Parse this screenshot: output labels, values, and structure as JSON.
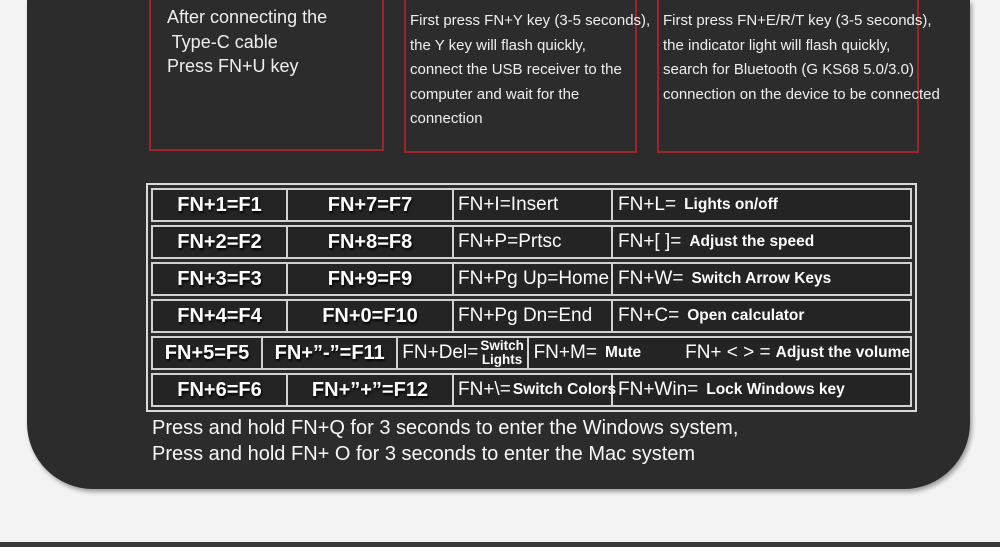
{
  "colors": {
    "panel_bg": "#2c2c2c",
    "cell_bg": "#242424",
    "accent_red_border": "#9e2629",
    "table_border": "#d2d2d2",
    "page_bg": "#f3f3f3",
    "text": "#f7f7f7"
  },
  "connection_boxes": [
    {
      "name": "type-c-wired",
      "lines": [
        "After connecting the",
        " Type-C cable",
        "Press FN+U key"
      ]
    },
    {
      "name": "usb-receiver-2-4g",
      "lines": [
        "First press FN+Y key (3-5 seconds),",
        "the Y key will flash quickly,",
        "connect the USB receiver to the",
        "computer and wait for the",
        "connection"
      ]
    },
    {
      "name": "bluetooth",
      "lines": [
        "First press FN+E/R/T key (3-5 seconds),",
        "the indicator light will flash quickly,",
        "search for Bluetooth (G KS68 5.0/3.0)",
        "connection on the device to be connected"
      ]
    }
  ],
  "fn_table": {
    "rows": [
      [
        {
          "t": "FN+1=F1"
        },
        {
          "t": "FN+7=F7"
        },
        {
          "t": "FN+I=Insert"
        },
        {
          "k": "FN+L=",
          "l": "Lights on/off"
        }
      ],
      [
        {
          "t": "FN+2=F2"
        },
        {
          "t": "FN+8=F8"
        },
        {
          "t": "FN+P=Prtsc"
        },
        {
          "k": "FN+[ ]=",
          "l": "Adjust the speed"
        }
      ],
      [
        {
          "t": "FN+3=F3"
        },
        {
          "t": "FN+9=F9"
        },
        {
          "t": "FN+Pg Up=Home"
        },
        {
          "k": "FN+W=",
          "l": "Switch Arrow Keys"
        }
      ],
      [
        {
          "t": "FN+4=F4"
        },
        {
          "t": "FN+0=F10"
        },
        {
          "t": "FN+Pg Dn=End"
        },
        {
          "k": "FN+C=",
          "l": "Open calculator"
        }
      ],
      [
        {
          "t": "FN+5=F5"
        },
        {
          "t": "FN+”-”=F11"
        },
        {
          "k": "FN+Del=",
          "stack": [
            "Switch",
            "Lights"
          ]
        },
        {
          "k": "FN+M=",
          "l": "Mute",
          "k2": "FN+ < > =",
          "l2": "Adjust the volume"
        }
      ],
      [
        {
          "t": "FN+6=F6"
        },
        {
          "t": "FN+”+”=F12"
        },
        {
          "k": "FN+\\=",
          "l": "Switch Colors"
        },
        {
          "k": "FN+Win=",
          "l": "Lock Windows key"
        }
      ]
    ]
  },
  "footer": {
    "lines": [
      "Press and hold FN+Q for 3 seconds to enter the Windows system,",
      "Press and hold FN+ O for 3 seconds to enter the Mac system"
    ]
  }
}
